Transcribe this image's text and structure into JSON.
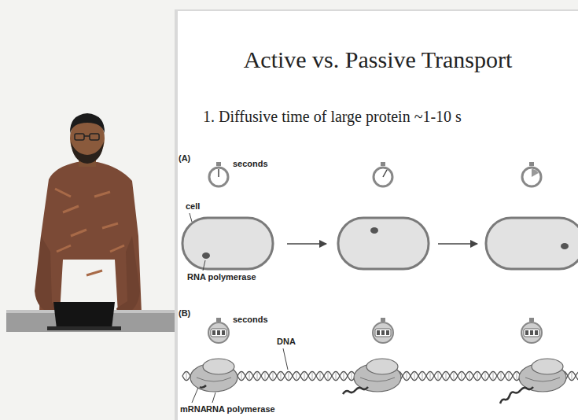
{
  "diagram": {
    "title": "Active vs. Passive Transport",
    "labels": [
      "1. Diffusive time of large protein ~1-10 s",
      "(A)",
      "seconds",
      "cell",
      "RNA polymerase",
      "(B)",
      "seconds",
      "DNA",
      "mRNA",
      "RNA polymerase"
    ]
  }
}
